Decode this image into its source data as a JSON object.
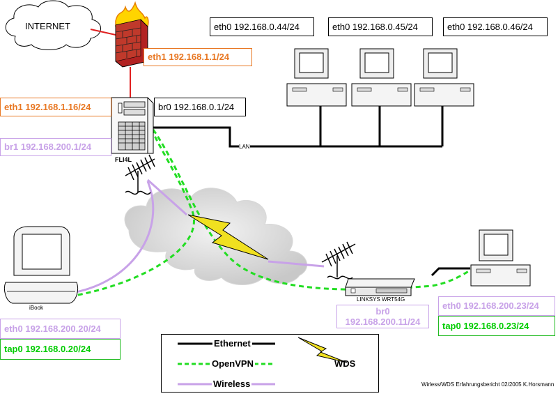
{
  "internet_label": "INTERNET",
  "lan_label": "LAN",
  "fli4l_label": "FLI4L",
  "ibook_label": "iBook",
  "linksys_label": "LINKSYS WRT54G",
  "eth1_firewall": "eth1 192.168.1.1/24",
  "eth1_router": "eth1 192.168.1.16/24",
  "br0_router": "br0 192.168.0.1/24",
  "br1_router": "br1 192.168.200.1/24",
  "pc1_eth0": "eth0 192.168.0.44/24",
  "pc2_eth0": "eth0 192.168.0.45/24",
  "pc3_eth0": "eth0 192.168.0.46/24",
  "ibook_eth0": "eth0 192.168.200.20/24",
  "ibook_tap0": "tap0 192.168.0.20/24",
  "linksys_br0_line1": "br0",
  "linksys_br0_line2": "192.168.200.11/24",
  "remote_eth0": "eth0 192.168.200.23/24",
  "remote_tap0": "tap0 192.168.0.23/24",
  "legend": {
    "ethernet": "Ethernet",
    "openvpn": "OpenVPN",
    "wireless": "Wireless",
    "wds": "WDS"
  },
  "footer": "Wirless/WDS Erfahrungsbericht 02/2005 K.Horsmann",
  "colors": {
    "ethernet": "#000000",
    "openvpn": "#22dd22",
    "wireless": "#c8a2e8",
    "wds": "#f0e020",
    "internet_link": "#e02020",
    "orange": "#e87722"
  }
}
